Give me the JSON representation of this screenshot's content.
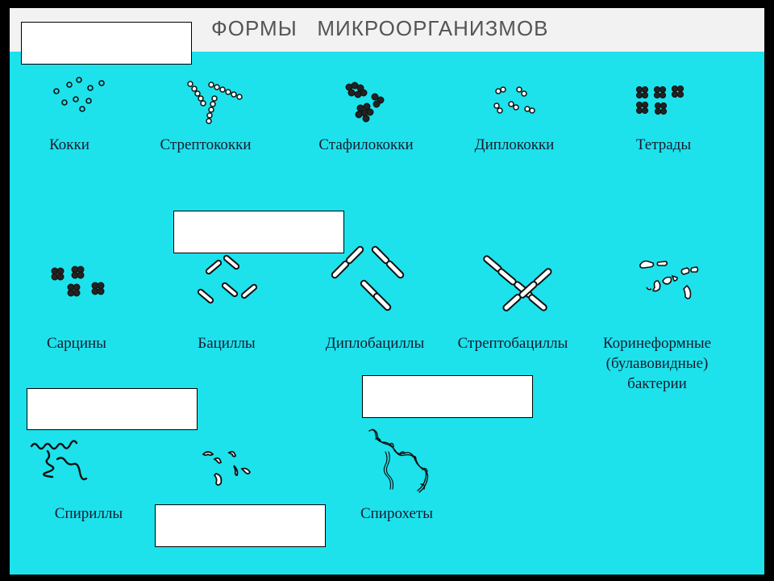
{
  "title": "ФОРМЫ   МИКРООРГАНИЗМОВ",
  "colors": {
    "panel": "#1de2ec",
    "title_band": "#f2f2f2",
    "frame": "#000000"
  },
  "labels": {
    "cocci": "Кокки",
    "streptococci": "Стрептококки",
    "staphylococci": "Стафилококки",
    "diplococci": "Диплококки",
    "tetrads": "Тетрады",
    "sarcinae": "Сарцины",
    "bacilli": "Бациллы",
    "diplobacilli": "Диплобациллы",
    "streptobacilli": "Стрептобациллы",
    "coryneform_1": "Коринеформные",
    "coryneform_2": "(булавовидные)",
    "coryneform_3": "бактерии",
    "spirilla": "Спириллы",
    "spirochetes": "Спирохеты"
  }
}
